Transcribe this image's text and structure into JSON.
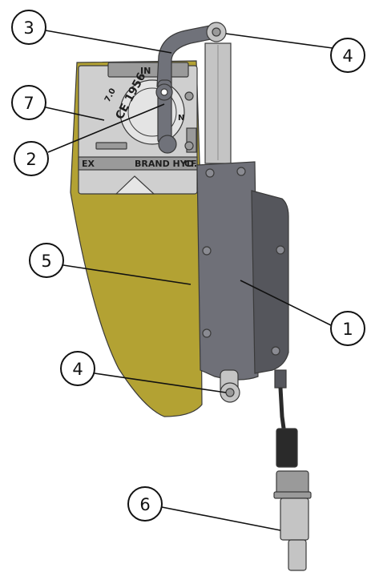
{
  "colors": {
    "bracket": "#b3a233",
    "bracket_edge": "#7d7120",
    "valve_body": "#cfcfcf",
    "valve_dark": "#9a9a9a",
    "actuator": "#6f7078",
    "actuator_dark": "#55565c",
    "rod": "#c4c4c4",
    "lever": "#70727a",
    "cable": "#2a2a2a"
  },
  "callouts": [
    {
      "id": "c3",
      "label": "3"
    },
    {
      "id": "c4a",
      "label": "4"
    },
    {
      "id": "c7",
      "label": "7"
    },
    {
      "id": "c2",
      "label": "2"
    },
    {
      "id": "c5",
      "label": "5"
    },
    {
      "id": "c1",
      "label": "1"
    },
    {
      "id": "c4b",
      "label": "4"
    },
    {
      "id": "c6",
      "label": "6"
    }
  ],
  "valve_labels": {
    "in": "IN",
    "ex": "EX",
    "cf": "CF",
    "brand": "BRAND HYD.",
    "ce": "CE 1956",
    "serial": "7.0",
    "dial_marks": "N"
  }
}
